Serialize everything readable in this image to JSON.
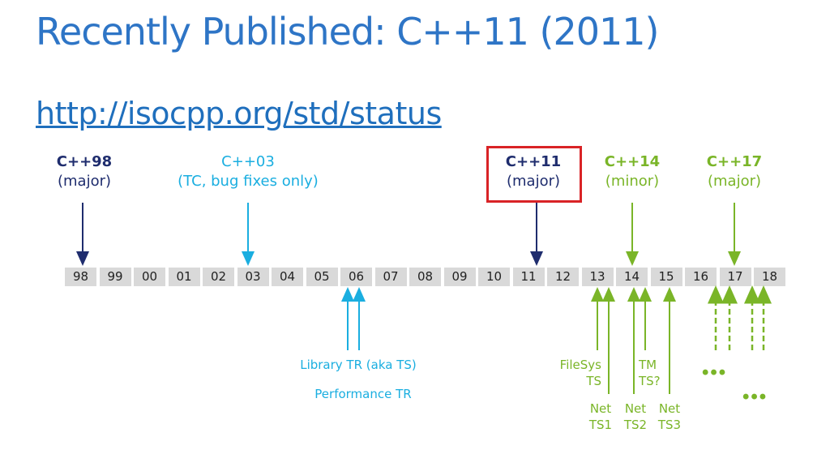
{
  "slide": {
    "title": "Recently Published: C++11 (2011)",
    "link": "http://isocpp.org/std/status"
  },
  "releases": {
    "cpp98": {
      "name": "C++98",
      "kind": "(major)"
    },
    "cpp03": {
      "name": "C++03",
      "kind": "(TC, bug fixes only)"
    },
    "cpp11": {
      "name": "C++11",
      "kind": "(major)"
    },
    "cpp14": {
      "name": "C++14",
      "kind": "(minor)"
    },
    "cpp17": {
      "name": "C++17",
      "kind": "(major)"
    }
  },
  "years": [
    "98",
    "99",
    "00",
    "01",
    "02",
    "03",
    "04",
    "05",
    "06",
    "07",
    "08",
    "09",
    "10",
    "11",
    "12",
    "13",
    "14",
    "15",
    "16",
    "17",
    "18"
  ],
  "below": {
    "library_tr": "Library TR (aka TS)",
    "performance_tr": "Performance TR",
    "filesys_1": "FileSys",
    "filesys_2": "TS",
    "tm_1": "TM",
    "tm_2": "TS?",
    "net_ts1_1": "Net",
    "net_ts1_2": "TS1",
    "net_ts2_1": "Net",
    "net_ts2_2": "TS2",
    "net_ts3_1": "Net",
    "net_ts3_2": "TS3",
    "ellipsis_1": "•••",
    "ellipsis_2": "•••"
  },
  "colors": {
    "title": "#2e75c6",
    "navy": "#1f2d6e",
    "cyan": "#1aaee0",
    "green": "#7ab528",
    "highlight": "#d92326",
    "cell": "#d9d9d9"
  }
}
